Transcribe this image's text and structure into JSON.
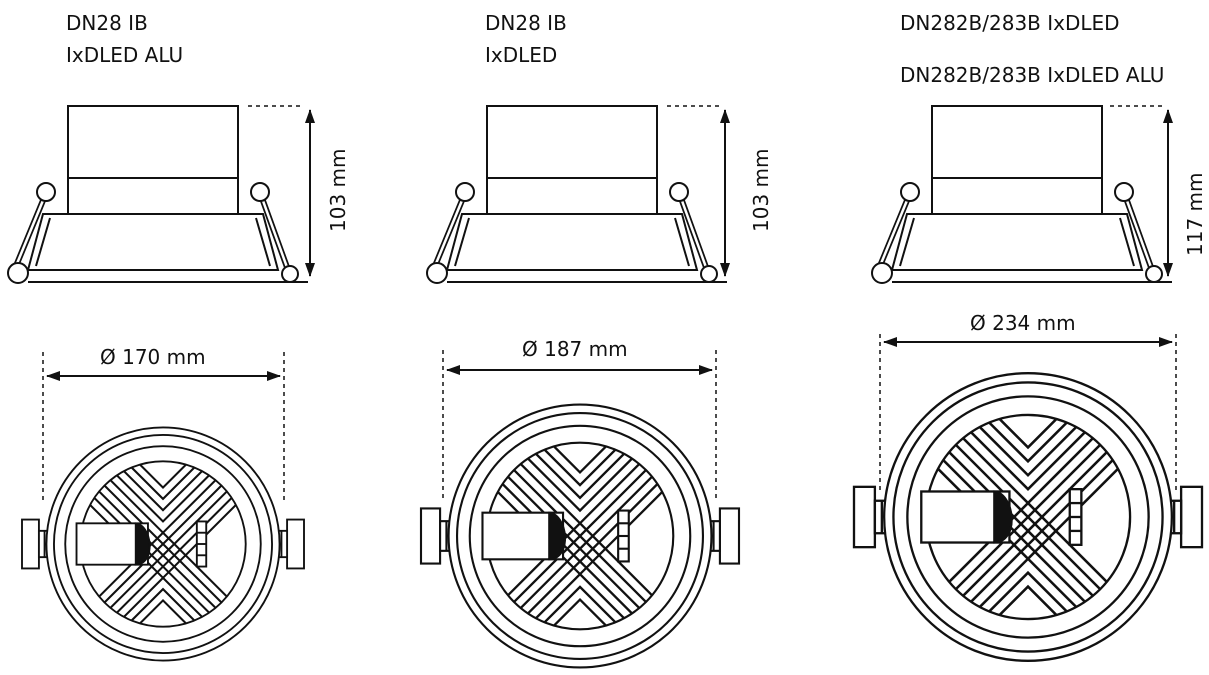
{
  "products": [
    {
      "title_lines": [
        "DN28 IB",
        "IxDLED ALU"
      ],
      "height_label": "103 mm",
      "diameter_label": "Ø 170 mm"
    },
    {
      "title_lines": [
        "DN28 IB",
        "IxDLED"
      ],
      "height_label": "103 mm",
      "diameter_label": "Ø 187 mm"
    },
    {
      "title_lines": [
        "DN282B/283B   IxDLED",
        "DN282B/283B   IxDLED ALU"
      ],
      "height_label": "117 mm",
      "diameter_label": "Ø 234 mm"
    }
  ],
  "colors": {
    "line": "#111111",
    "background": "#ffffff"
  }
}
